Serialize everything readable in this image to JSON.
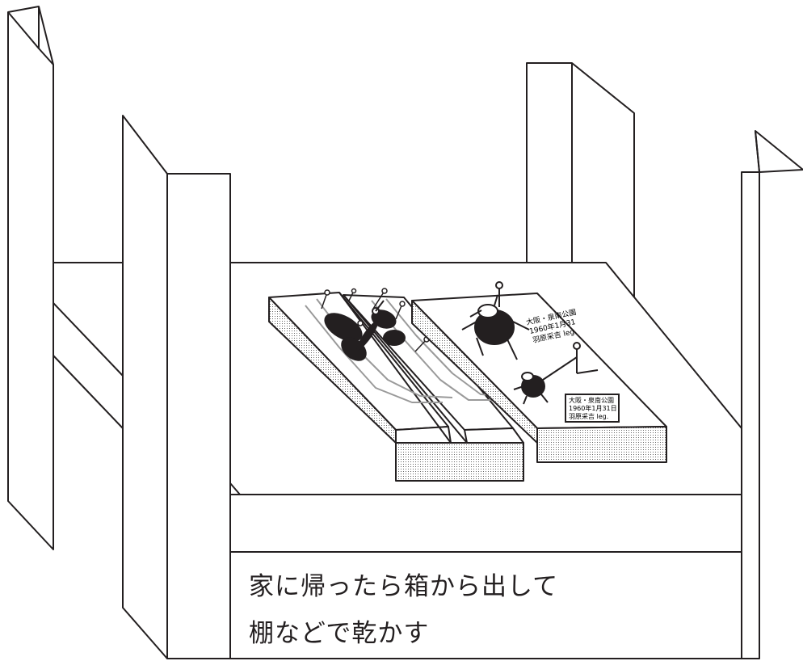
{
  "caption": {
    "line1": "家に帰ったら箱から出して",
    "line2": "棚などで乾かす"
  },
  "specimen_labels": {
    "large_beetle": [
      "大阪・泉南公園",
      "1960年1月31",
      "羽原采吉 leg."
    ],
    "small_beetle": [
      "大阪・泉南公園",
      "1960年1月31日",
      "羽原采吉 leg."
    ]
  },
  "colors": {
    "line": "#231f20",
    "background": "#ffffff",
    "specimen": "#231f20",
    "wing_shadow": "#555555"
  }
}
